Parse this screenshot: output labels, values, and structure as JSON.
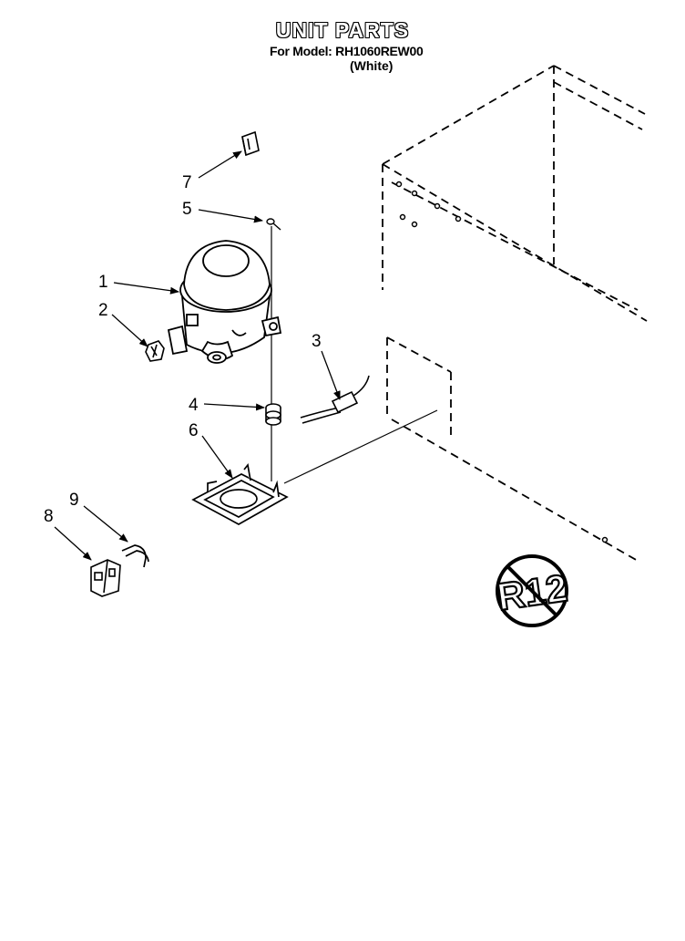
{
  "header": {
    "title": "UNIT PARTS",
    "model_line": "For Model: RH1060REW00",
    "color_line": "(White)"
  },
  "callouts": [
    "1",
    "2",
    "3",
    "4",
    "5",
    "6",
    "7",
    "8",
    "9"
  ],
  "badge": {
    "text": "R12",
    "icon": "no-r12-prohibition-icon"
  }
}
